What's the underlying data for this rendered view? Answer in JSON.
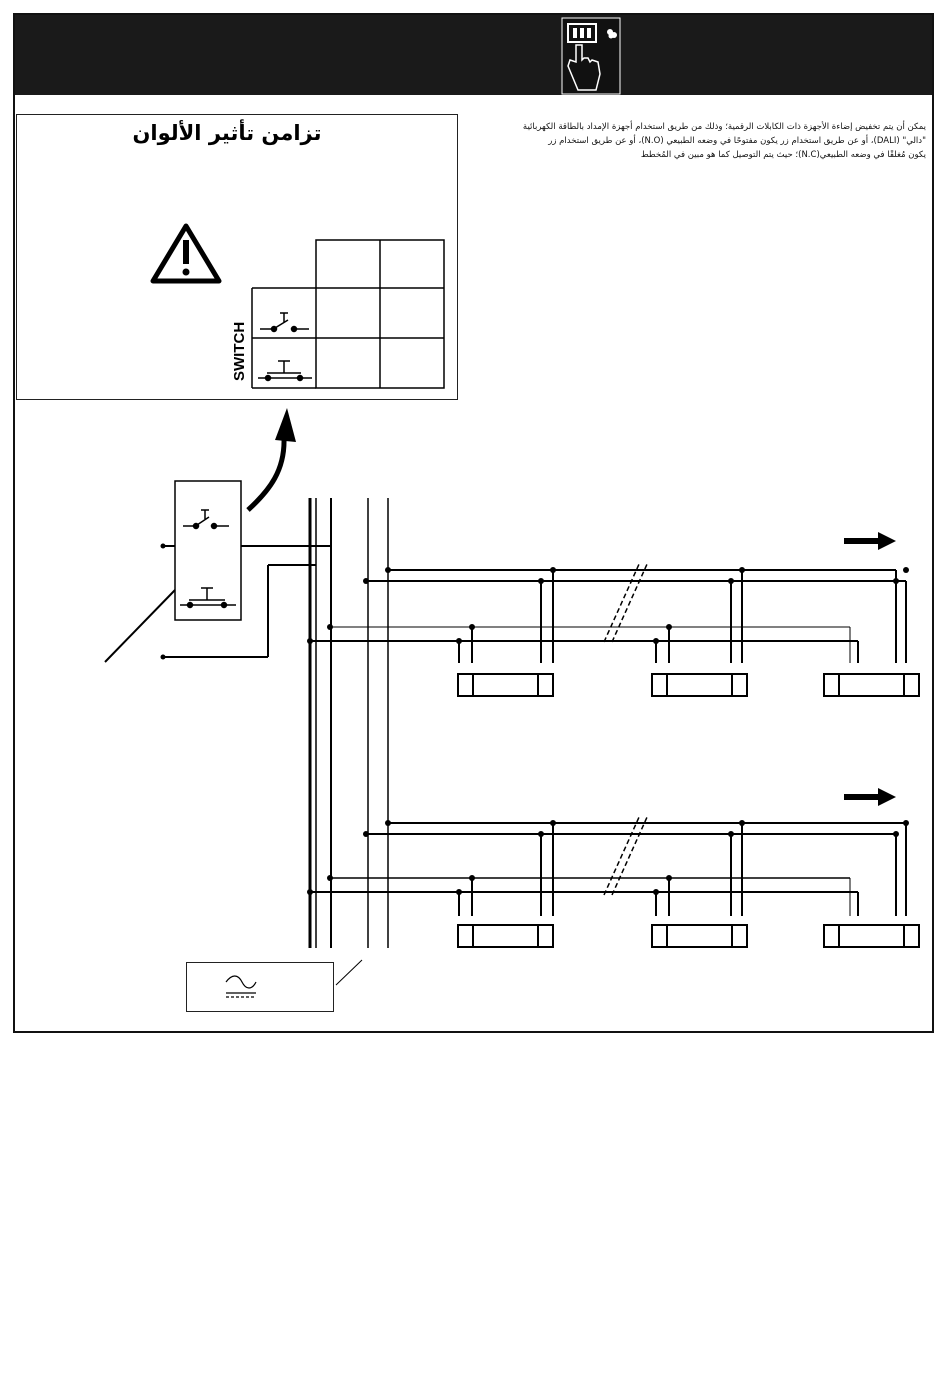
{
  "intro": {
    "lines": [
      "يمكن أن يتم تخفيض إضاءة الأجهزة ذات الكابلات الرقمية؛ وذلك من طريق استخدام أجهزة الإمداد بالطاقة الكهربائية",
      "\"دالي\" (DALI)، أو عن طريق استخدام زر يكون مفتوحًا في وضعه الطبيعي (N.O)، أو عن طريق استخدام زر",
      "يكون مُغلقًا في وضعه الطبيعي(N.C)؛ حيث يتم التوصيل كما هو مبين في المُخطط"
    ]
  },
  "warning": {
    "title": "تزامن تأثير الألوان",
    "switch_label": "SWITCH"
  },
  "icons": {
    "header": "touch-control-panel-icon",
    "warning": "warning-triangle-icon",
    "no_switch": "normally-open-switch-icon",
    "nc_switch": "normally-closed-switch-icon",
    "supply": "ac-dc-supply-icon",
    "arrow": "right-arrow-icon"
  },
  "colors": {
    "header_bg": "#1a1a1a",
    "line": "#111111"
  }
}
